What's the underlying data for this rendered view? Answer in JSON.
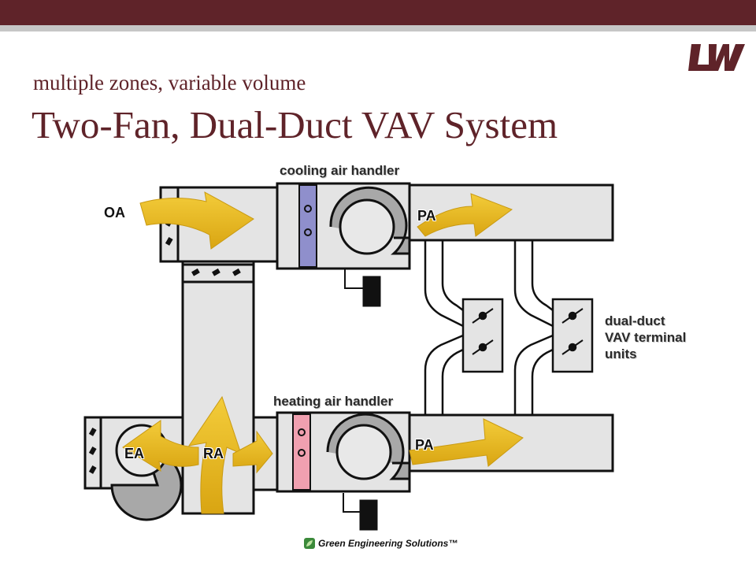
{
  "slide": {
    "subtitle": "multiple zones, variable volume",
    "title": "Two-Fan, Dual-Duct VAV System"
  },
  "logo": {
    "text": "LW",
    "color": "#5f2329"
  },
  "diagram": {
    "labels": {
      "cooling_handler": "cooling air handler",
      "heating_handler": "heating air handler",
      "outdoor_air": "OA",
      "primary_air_cooling": "PA",
      "primary_air_heating": "PA",
      "exhaust_air": "EA",
      "return_air": "RA",
      "terminal_units": [
        "dual-duct",
        "VAV terminal",
        "units"
      ]
    },
    "colors": {
      "duct": "#e4e4e4",
      "arrow": "#e6b81e",
      "cooling_coil": "#8f8fcc",
      "heating_coil": "#f0a0b0",
      "fan": "#a8a8a8"
    }
  },
  "footer": {
    "brand": "Green Engineering Solutions™",
    "icon": "leaf-icon"
  }
}
